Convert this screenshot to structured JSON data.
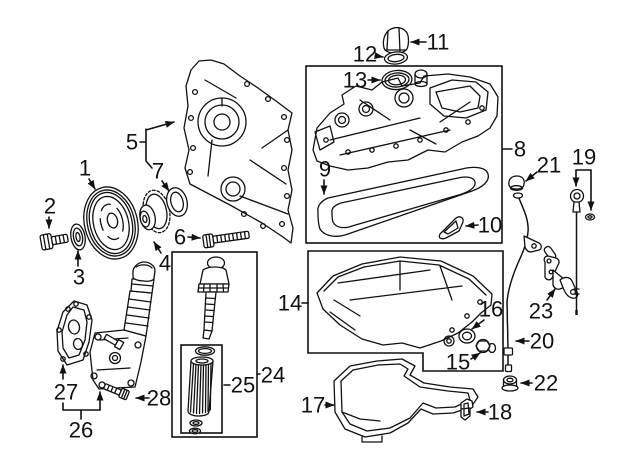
{
  "diagram": {
    "kind": "engine-parts-exploded-diagram",
    "colors": {
      "background": "#ffffff",
      "line": "#111111"
    },
    "boxed_callouts": [
      "8",
      "14",
      "24",
      "25"
    ],
    "callouts": [
      {
        "label": "1"
      },
      {
        "label": "2"
      },
      {
        "label": "3"
      },
      {
        "label": "4"
      },
      {
        "label": "5"
      },
      {
        "label": "6"
      },
      {
        "label": "7"
      },
      {
        "label": "8"
      },
      {
        "label": "9"
      },
      {
        "label": "10"
      },
      {
        "label": "11"
      },
      {
        "label": "12"
      },
      {
        "label": "13"
      },
      {
        "label": "14"
      },
      {
        "label": "15"
      },
      {
        "label": "16"
      },
      {
        "label": "17"
      },
      {
        "label": "18"
      },
      {
        "label": "19"
      },
      {
        "label": "20"
      },
      {
        "label": "21"
      },
      {
        "label": "22"
      },
      {
        "label": "23"
      },
      {
        "label": "24"
      },
      {
        "label": "25"
      },
      {
        "label": "26"
      },
      {
        "label": "27"
      },
      {
        "label": "28"
      }
    ]
  }
}
